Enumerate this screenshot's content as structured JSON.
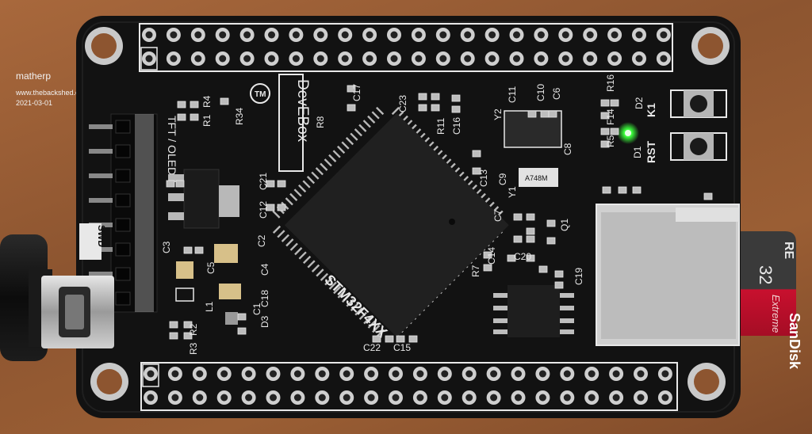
{
  "watermark": {
    "author": "matherp",
    "site": "www.thebackshed.com",
    "date": "2021-03-01"
  },
  "board": {
    "brand": "DevEBox",
    "mcu_label": "STM32F4XX",
    "tm_mark": "TM",
    "display_header": "TFT / OLED",
    "debug_header": "SWD",
    "reset_button": "RST",
    "key_button": "K1",
    "crystal_marking": "A748M",
    "labels": {
      "r1": "R1",
      "r4": "R4",
      "r34": "R34",
      "r8": "R8",
      "c17": "C17",
      "c23": "C23",
      "r11": "R11",
      "c16": "C16",
      "c11": "C11",
      "c10": "C10",
      "c6": "C6",
      "r16": "R16",
      "y2": "Y2",
      "f14": "F14",
      "r5": "R5",
      "d2": "D2",
      "d1": "D1",
      "c8": "C8",
      "c9": "C9",
      "y1": "Y1",
      "c13": "C13",
      "c12": "C12",
      "c21": "C21",
      "c7": "C7",
      "q1": "Q1",
      "c3": "C3",
      "c2": "C2",
      "c5": "C5",
      "c4": "C4",
      "c18": "C18",
      "l1": "L1",
      "r2": "R2",
      "r3": "R3",
      "d3": "D3",
      "c1": "C1",
      "c14": "C14",
      "c20": "C20",
      "r7": "R7",
      "c19": "C19",
      "c22": "C22",
      "c15": "C15"
    }
  },
  "sd_card": {
    "brand": "SanDisk",
    "type": "Extreme",
    "capacity": "32"
  },
  "colors": {
    "pcb": "#121212",
    "silkscreen": "#e8e8e8",
    "desk": "#8d5530",
    "led": "#3cff3c"
  }
}
